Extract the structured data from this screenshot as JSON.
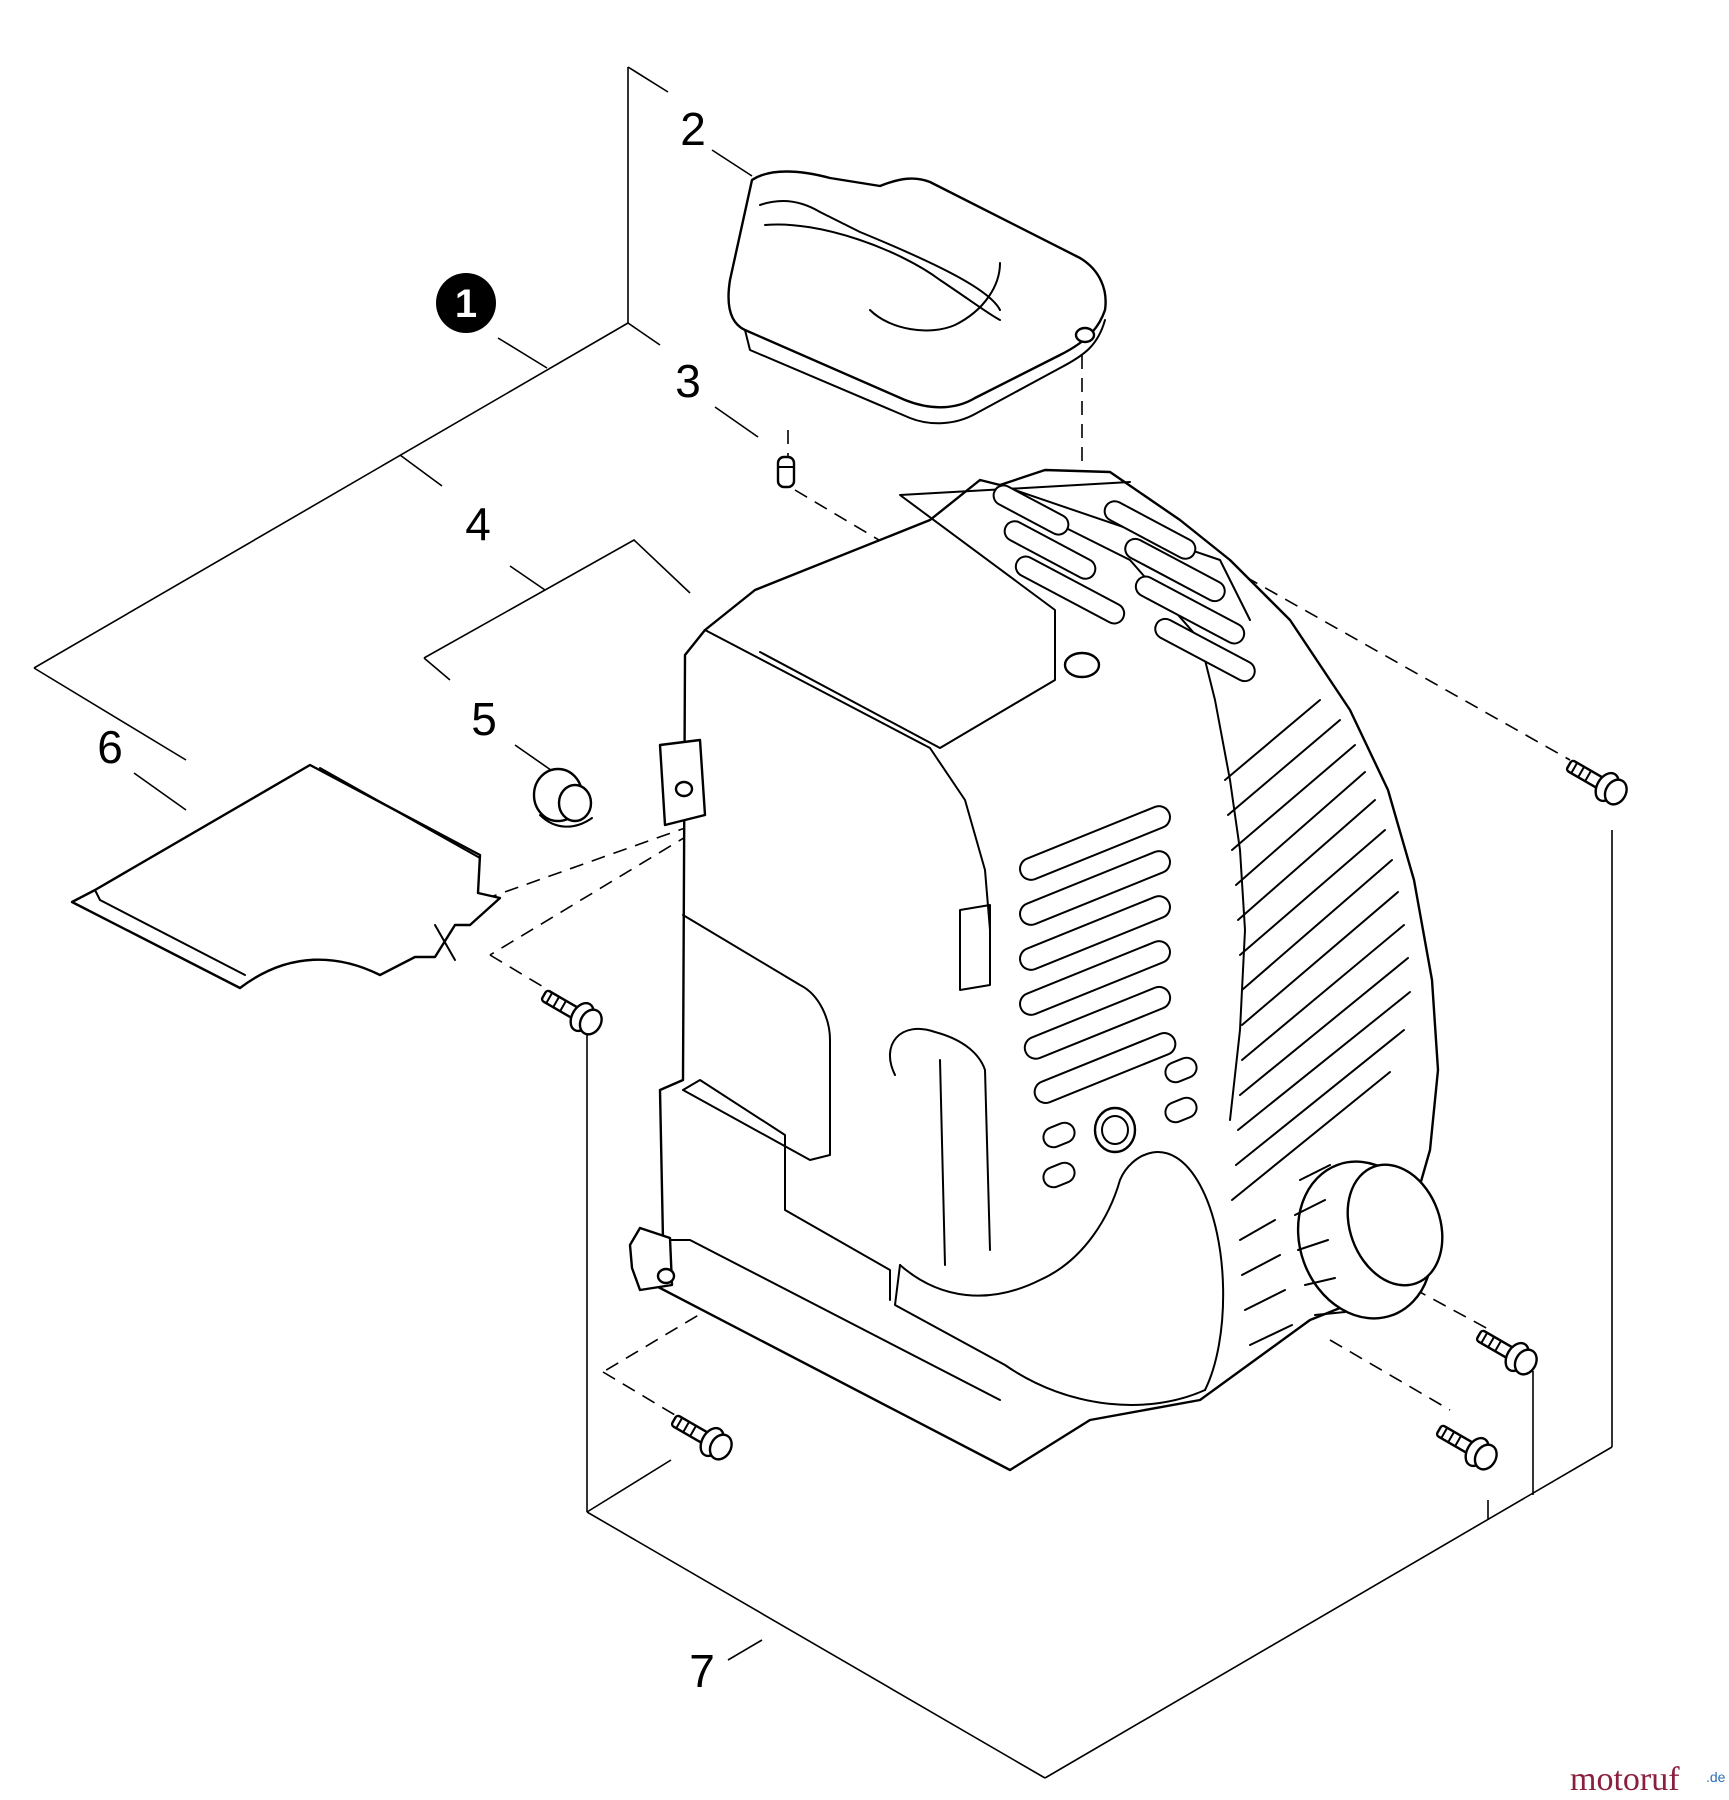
{
  "callouts": {
    "assembly": "1",
    "cover": "2",
    "plug": "3",
    "group": "4",
    "grommet": "5",
    "plate": "6",
    "screws": "7"
  },
  "watermark": {
    "main": "motoruf",
    "tld": ".de",
    "main_color": "#8a1f3d",
    "tld_color": "#2f6fb4"
  }
}
